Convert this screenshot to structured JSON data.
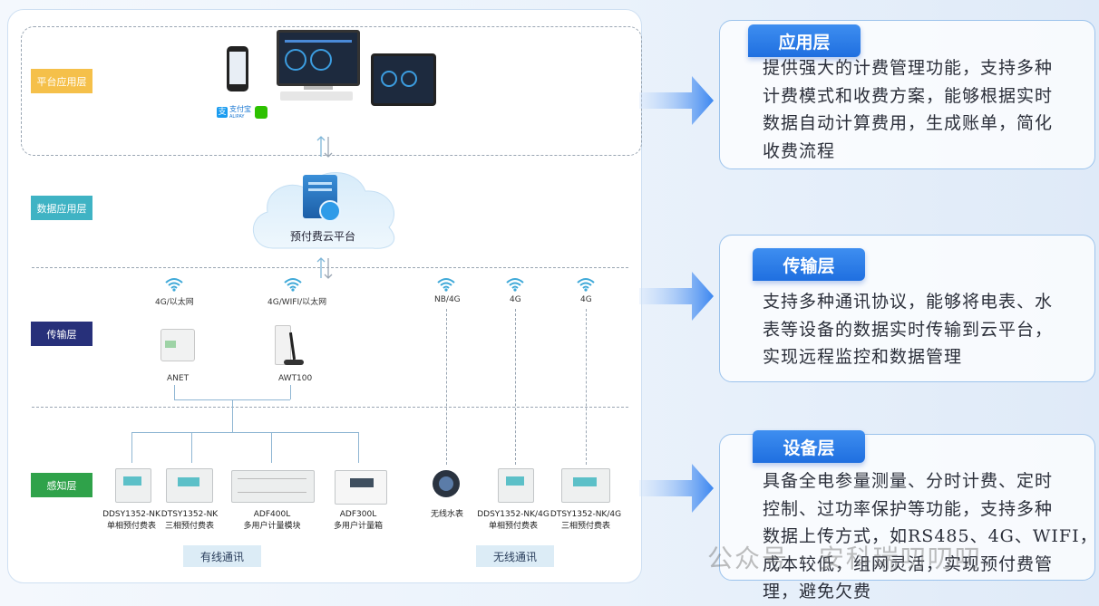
{
  "layers": {
    "platform": "平台应用层",
    "data": "数据应用层",
    "transmission": "传输层",
    "perception": "感知层"
  },
  "platform": {
    "payment_labels": [
      "支付宝",
      "ALIPAY"
    ]
  },
  "cloud": {
    "label": "预付费云平台"
  },
  "network": {
    "anet_comm": "4G/以太网",
    "awt_comm": "4G/WIFI/以太网",
    "nb_comm": "NB/4G",
    "g1_comm": "4G",
    "g2_comm": "4G"
  },
  "gateways": {
    "anet": "ANET",
    "awt": "AWT100"
  },
  "devices": [
    {
      "line1": "DDSY1352-NK",
      "line2": "单相预付费表"
    },
    {
      "line1": "DTSY1352-NK",
      "line2": "三相预付费表"
    },
    {
      "line1": "ADF400L",
      "line2": "多用户计量模块"
    },
    {
      "line1": "ADF300L",
      "line2": "多用户计量箱"
    },
    {
      "line1": "无线水表",
      "line2": ""
    },
    {
      "line1": "DDSY1352-NK/4G",
      "line2": "单相预付费表"
    },
    {
      "line1": "DTSY1352-NK/4G",
      "line2": "三相预付费表"
    }
  ],
  "comm": {
    "wired": "有线通讯",
    "wireless": "无线通讯"
  },
  "panels": {
    "app": {
      "title": "应用层",
      "lines": [
        "提供强大的计费管理功能，支持多种",
        "计费模式和收费方案，能够根据实时",
        "数据自动计算费用，生成账单，简化",
        "收费流程"
      ]
    },
    "trans": {
      "title": "传输层",
      "lines": [
        "支持多种通讯协议，能够将电表、水",
        "表等设备的数据实时传输到云平台，",
        "实现远程监控和数据管理"
      ]
    },
    "device": {
      "title": "设备层",
      "lines": [
        "具备全电参量测量、分时计费、定时",
        "控制、过功率保护等功能，支持多种",
        "数据上传方式，如RS485、4G、WIFI，",
        "成本较低，组网灵活，实现预付费管",
        "理，避免欠费"
      ]
    }
  },
  "watermark": "公众号 · 安科瑞叨叨叨",
  "colors": {
    "platform_tag": "#f5c04a",
    "data_tag": "#3fb3c4",
    "trans_tag": "#27307a",
    "perception_tag": "#2fa24a",
    "title_blue": "#2a7be8",
    "arrow_blue": "#3b86f0"
  }
}
